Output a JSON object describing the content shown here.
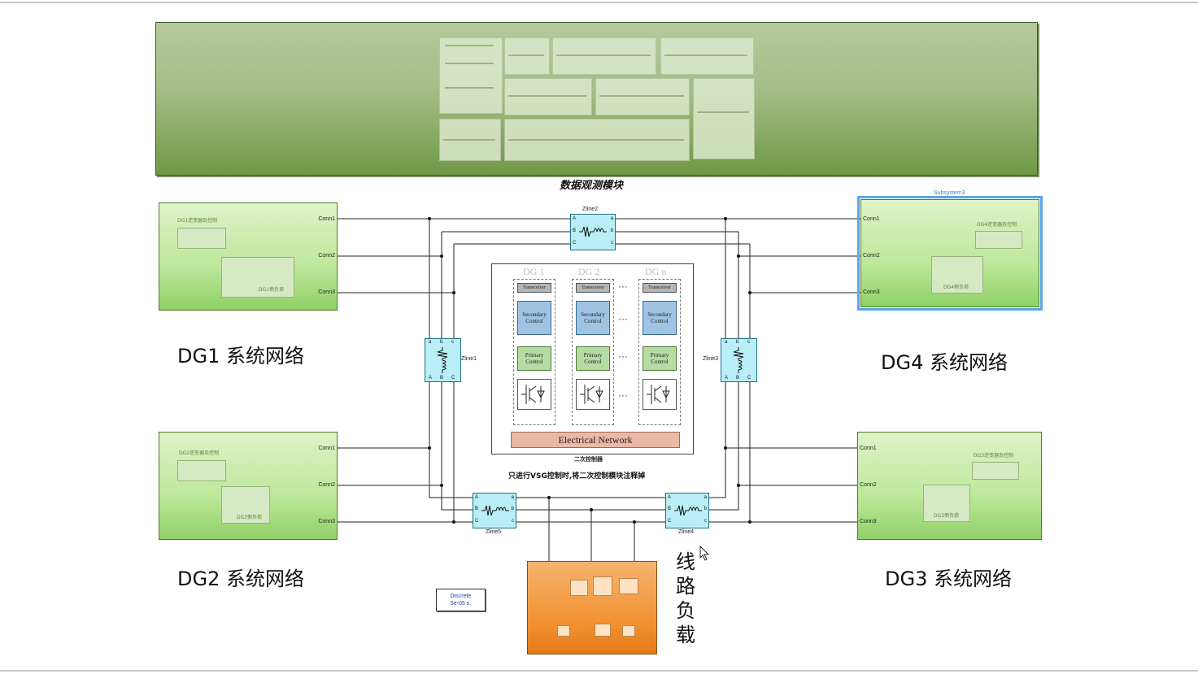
{
  "observation_block": {
    "caption": "数据观测模块"
  },
  "subsystem_label": "Subsystem3",
  "dg_blocks": [
    {
      "id": "dg1",
      "system_label": "DG1 系统网络",
      "inner_caption": "DG1逆变器及控制",
      "load_caption": "DG1侧负荷"
    },
    {
      "id": "dg2",
      "system_label": "DG2 系统网络",
      "inner_caption": "DG2逆变器及控制",
      "load_caption": "DG3侧负荷"
    },
    {
      "id": "dg4",
      "system_label": "DG4 系统网络",
      "inner_caption": "DG4逆变器及控制",
      "load_caption": "DG4侧负荷"
    },
    {
      "id": "dg3",
      "system_label": "DG3 系统网络",
      "inner_caption": "DG3逆变器及控制",
      "load_caption": "DG3侧负荷"
    }
  ],
  "ports": {
    "conn1": "Conn1",
    "conn2": "Conn2",
    "conn3": "Conn3"
  },
  "zlines": {
    "zline1": "Zline1",
    "zline2": "Zline2",
    "zline3": "Zline3",
    "zline4": "Zline4",
    "zline5": "Zline5",
    "pins": {
      "A": "A",
      "B": "B",
      "C": "C",
      "a": "a",
      "b": "b",
      "c": "c"
    }
  },
  "secondary_control": {
    "columns": [
      "DG 1",
      "DG 2",
      "DG n"
    ],
    "transceiver": "Transceiver",
    "secondary": "Secondary Control",
    "primary": "Primary Control",
    "network": "Electrical Network",
    "ellipsis": "···",
    "caption": "二次控制器",
    "note": "只进行VSG控制时,将二次控制模块注释掉"
  },
  "solver": {
    "line1": "Discrete",
    "line2": "5e-05 s."
  },
  "line_load_label": [
    "线",
    "路",
    "负",
    "载"
  ],
  "colors": {
    "observation": "#a4bd86",
    "dg_block": "#bde79a",
    "zline": "#b9eef7",
    "load": "#f1902f",
    "selection": "#5aa6e6"
  }
}
